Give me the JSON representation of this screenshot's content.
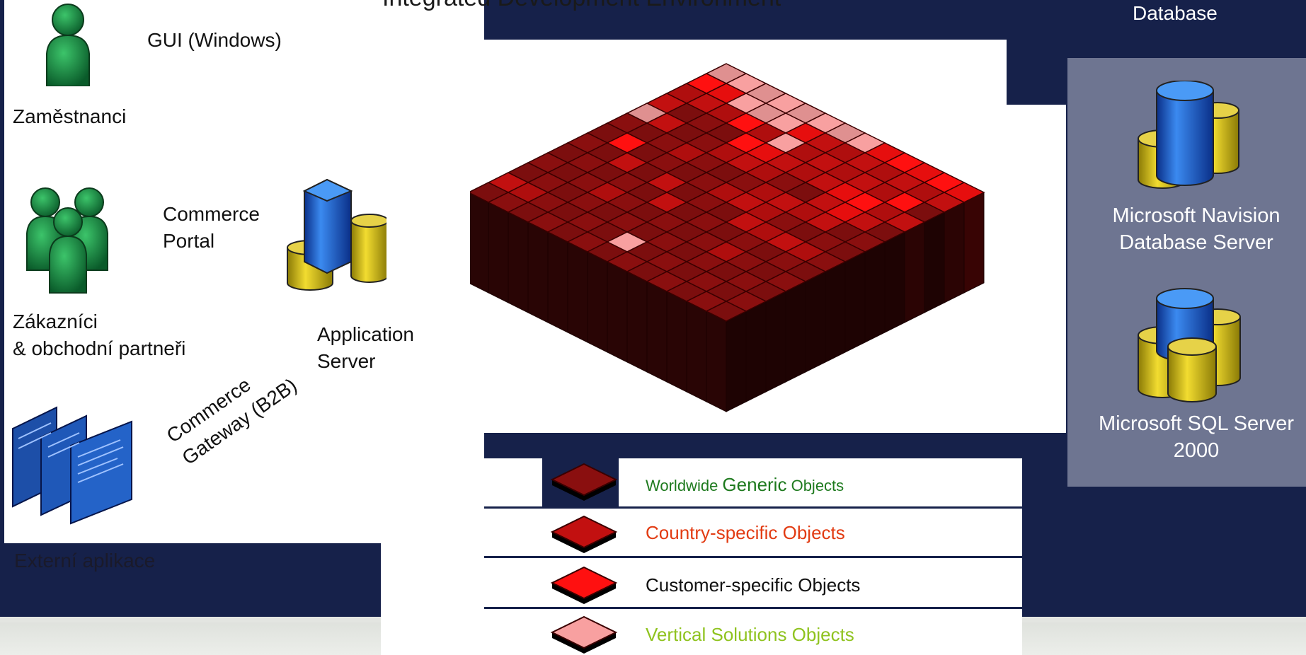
{
  "ide_title": "Integrated Development Environment",
  "database_title": "Database",
  "users": [
    {
      "label": "GUI (Windows)",
      "role": "Zaměstnanci",
      "icon": "single-user-icon"
    },
    {
      "label": "Commerce\nPortal",
      "role": "Zákazníci\n& obchodní partneři",
      "icon": "user-group-icon"
    },
    {
      "label": "Commerce\nGateway (B2B)",
      "role": "Externí aplikace",
      "icon": "external-app-icon"
    }
  ],
  "app_server": {
    "label": "Application\nServer",
    "icon": "application-server-icon"
  },
  "db_servers": [
    {
      "label": "Microsoft Navision\nDatabase Server",
      "icon": "navision-db-icon"
    },
    {
      "label": "Microsoft SQL\nServer 2000",
      "icon": "sql-server-db-icon"
    }
  ],
  "legend": [
    {
      "parts": [
        "Worldwide ",
        "Generic",
        " Objects"
      ],
      "color": "#1e7a1e",
      "swatch": "#8a0f0f"
    },
    {
      "parts": [
        "Country-specific Objects"
      ],
      "color": "#e23b12",
      "swatch": "#c21010"
    },
    {
      "parts": [
        "Customer-specific Objects"
      ],
      "color": "#111111",
      "swatch": "#ff1010"
    },
    {
      "parts": [
        "Vertical Solutions Objects"
      ],
      "color": "#8fc31f",
      "swatch": "#f8a0a0"
    }
  ],
  "colors": {
    "background": "#16214a",
    "db_panel": "#6e7591",
    "generic": "#8a0f0f",
    "country": "#c21010",
    "customer": "#ff1010",
    "vertical": "#f8a0a0"
  },
  "grid": {
    "legend_colors": [
      "#8a0f0f",
      "#c21010",
      "#ff1010",
      "#f8a0a0"
    ],
    "rows": [
      "3333333322222",
      "2233321111111",
      "1112131111120",
      "1000221112211",
      "3100111001210",
      "0001000111100",
      "0200001110000",
      "0010100011110",
      "0000010000000",
      "0001000001000",
      "0000000000000",
      "1100003000000",
      "0000000000000"
    ]
  }
}
